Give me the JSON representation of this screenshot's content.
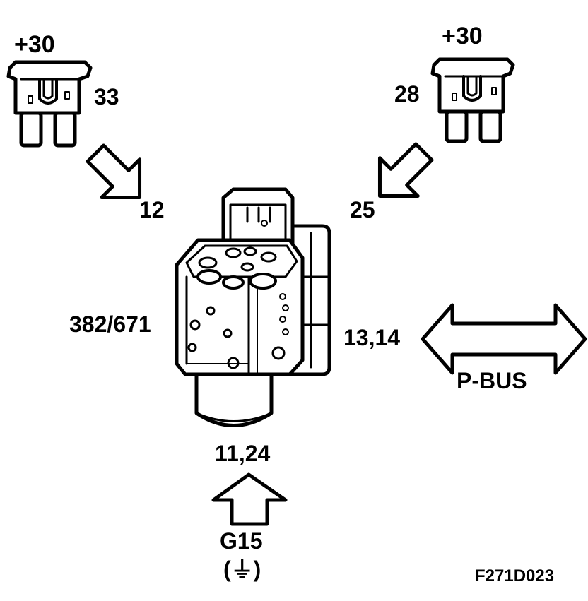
{
  "fuses": {
    "left": {
      "supply": "+30",
      "fuse_number": "33",
      "pin": "12"
    },
    "right": {
      "supply": "+30",
      "fuse_number": "28",
      "pin": "25"
    }
  },
  "module": {
    "code": "382/671"
  },
  "bus": {
    "pins": "13,14",
    "label": "P-BUS"
  },
  "ground": {
    "pins": "11,24",
    "name": "G15",
    "symbol": "(⏚)"
  },
  "figure_id": "F271D023",
  "colors": {
    "ink": "#000000",
    "background": "#ffffff",
    "fill": "#ffffff"
  }
}
